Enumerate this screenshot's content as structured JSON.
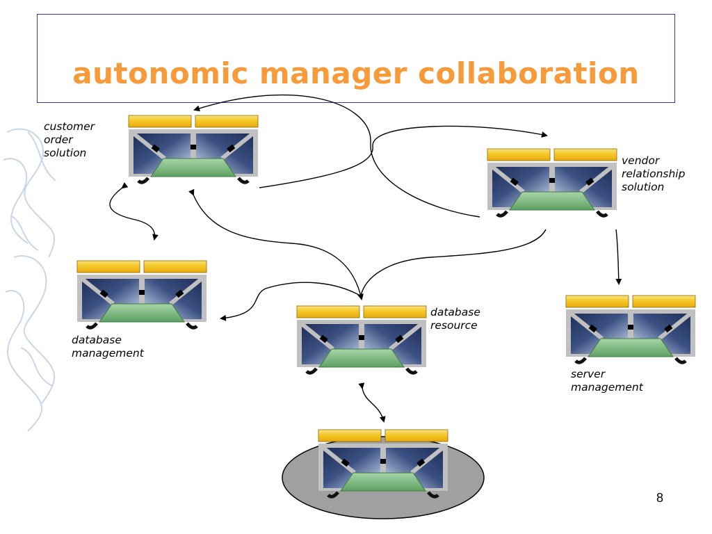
{
  "slide": {
    "title": "autonomic manager collaboration",
    "page_number": "8"
  },
  "labels": {
    "customer_order": "customer\norder\nsolution",
    "vendor_relationship": "vendor\nrelationship\nsolution",
    "database_management": "database\nmanagement",
    "database_resource": "database\nresource",
    "server_management": "server\nmanagement"
  },
  "colors": {
    "title": "#f79a3a",
    "title_border": "#3a3a9a",
    "frame": "#c0c0c0",
    "panel": "#2d3f6b",
    "panel_light": "#aab6cf",
    "hub": "#79b97d",
    "bar_top": "#f5c423",
    "platform": "#a0a0a0"
  },
  "icons": {
    "manager": "autonomic-manager-icon",
    "arrow": "arrow-connector"
  }
}
